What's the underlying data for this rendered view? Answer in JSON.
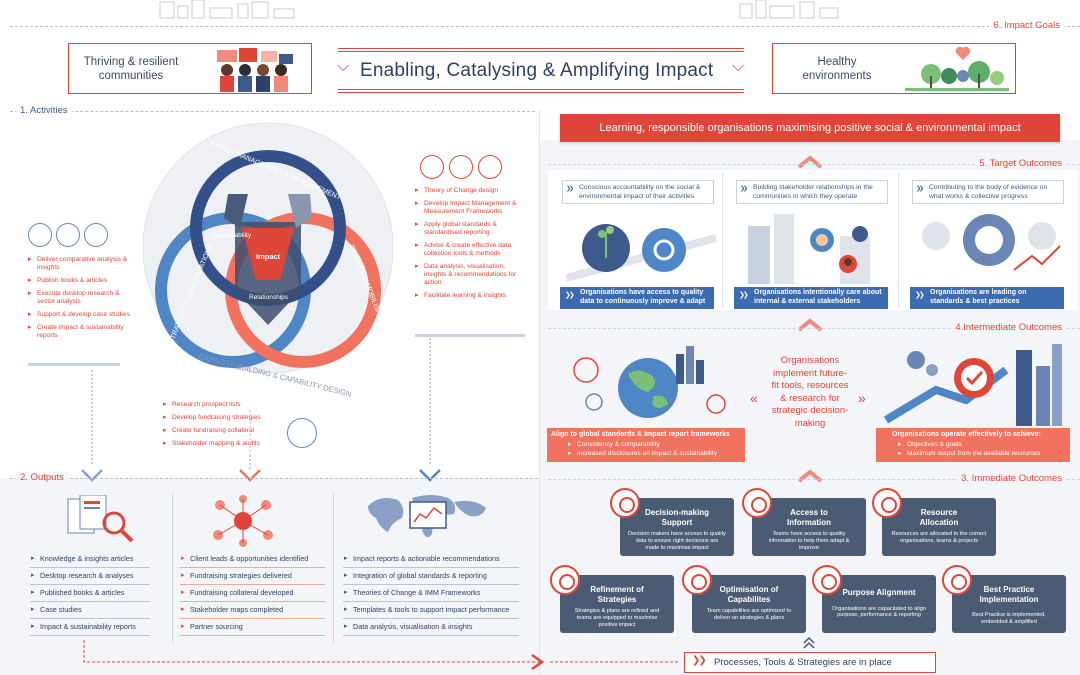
{
  "banner": {
    "title": "Enabling, Catalysing & Amplifying Impact",
    "goal_left": "Thriving & resilient communities",
    "goal_right": "Healthy environments"
  },
  "sections": {
    "impact_goals": "6. Impact Goals",
    "activities": "1. Activities",
    "outputs": "2. Outputs",
    "target": "5. Target Outcomes",
    "intermediate": "4.Intermediate Outcomes",
    "immediate": "3. Immediate Outcomes"
  },
  "headline": "Learning, responsible organisations maximising positive social & environmental impact",
  "venn": {
    "top": "IMPACT MANAGEMENT & MEASUREMENT",
    "left": "STRATEGIC COMMUNICATIONS",
    "right": "RESOURCE MOBILISATION",
    "outer": "CAPACITY BUILDING & CAPABILITY DESIGN",
    "accountability": "Accountability",
    "impact": "Impact",
    "relationships": "Relationships"
  },
  "activities": {
    "left": [
      "Deliver comparative analysis & insights",
      "Publish books & articles",
      "Execute desktop research & sector analysis",
      "Support & develop case studies",
      "Create impact & sustainability reports"
    ],
    "right": [
      "Theory of Change design",
      "Develop Impact Management & Measurement Frameworks",
      "Apply global standards & standardised reporting",
      "Advise & create effective data collection tools & methods",
      "Data analysis, visualisation, insights & recommendations for action",
      "Facilitate learning & insights"
    ],
    "bottom": [
      "Research prospect lists",
      "Develop fundraising strategies",
      "Create fundraising collateral",
      "Stakeholder mapping & audits"
    ]
  },
  "outputs": {
    "col1": [
      "Knowledge & insights articles",
      "Desktop research & analyses",
      "Published books & articles",
      "Case studies",
      "Impact & sustainability reports"
    ],
    "col2": [
      "Client leads & opportunities identified",
      "Fundraising strategies delivered",
      "Fundraising collateral developed",
      "Stakeholder maps completed",
      "Partner sourcing"
    ],
    "col3": [
      "Impact reports & actionable recommendations",
      "Integration of global standards & reporting",
      "Theories of Change & IMM Frameworks",
      "Templates & tools to support impact performance",
      "Data analysis, visualisation & insights"
    ]
  },
  "target_outcomes": [
    {
      "top": "Conscious accountability on the social & environmental impact of their activities",
      "bottom": "Organisations have access to quality data to continuously improve & adapt"
    },
    {
      "top": "Building stakeholder relationships in the communities in which they operate",
      "bottom": "Organisations intentionally care about internal & external stakeholders"
    },
    {
      "top": "Contributing to the body of evidence on what works & collective progress",
      "bottom": "Organisations are leading on standards & best practices"
    }
  ],
  "intermediate": {
    "center": "Organisations implement future-fit tools, resources & research for strategic decision-making",
    "left_title": "Align to global standards & impact report frameworks",
    "left_items": [
      "Consistency & comparability",
      "Increased disclosures on impact & sustainability"
    ],
    "right_title": "Organisations operate effectively to achieve:",
    "right_items": [
      "Objectives & goals",
      "Maximum output from the available resources"
    ]
  },
  "immediate": [
    {
      "title": "Decision-making Support",
      "desc": "Decision makers have access to quality data to ensure right decisions are made to maximise impact"
    },
    {
      "title": "Access to Information",
      "desc": "Teams have access to quality information to help them adapt & improve"
    },
    {
      "title": "Resource Allocation",
      "desc": "Resources are allocated to the correct organisations, teams & projects"
    },
    {
      "title": "Refinement of Strategies",
      "desc": "Strategies & plans are refined and teams are equipped to maximise positive impact"
    },
    {
      "title": "Optimisation of Capabilites",
      "desc": "Team capabilities are optimized to deliver on strategies & plans"
    },
    {
      "title": "Purpose Alignment",
      "desc": "Organisations are capacitated to align purpose, performance & reporting"
    },
    {
      "title": "Best Practice Implementation",
      "desc": "Best Practice is implemented, embedded & amplified"
    }
  ],
  "processes": "Processes, Tools & Strategies are in place",
  "colors": {
    "red": "#e0453a",
    "navy": "#3d5a8a",
    "blue": "#3d6bb0",
    "slate": "#4c5b74",
    "ltblue": "#6b86b5"
  }
}
